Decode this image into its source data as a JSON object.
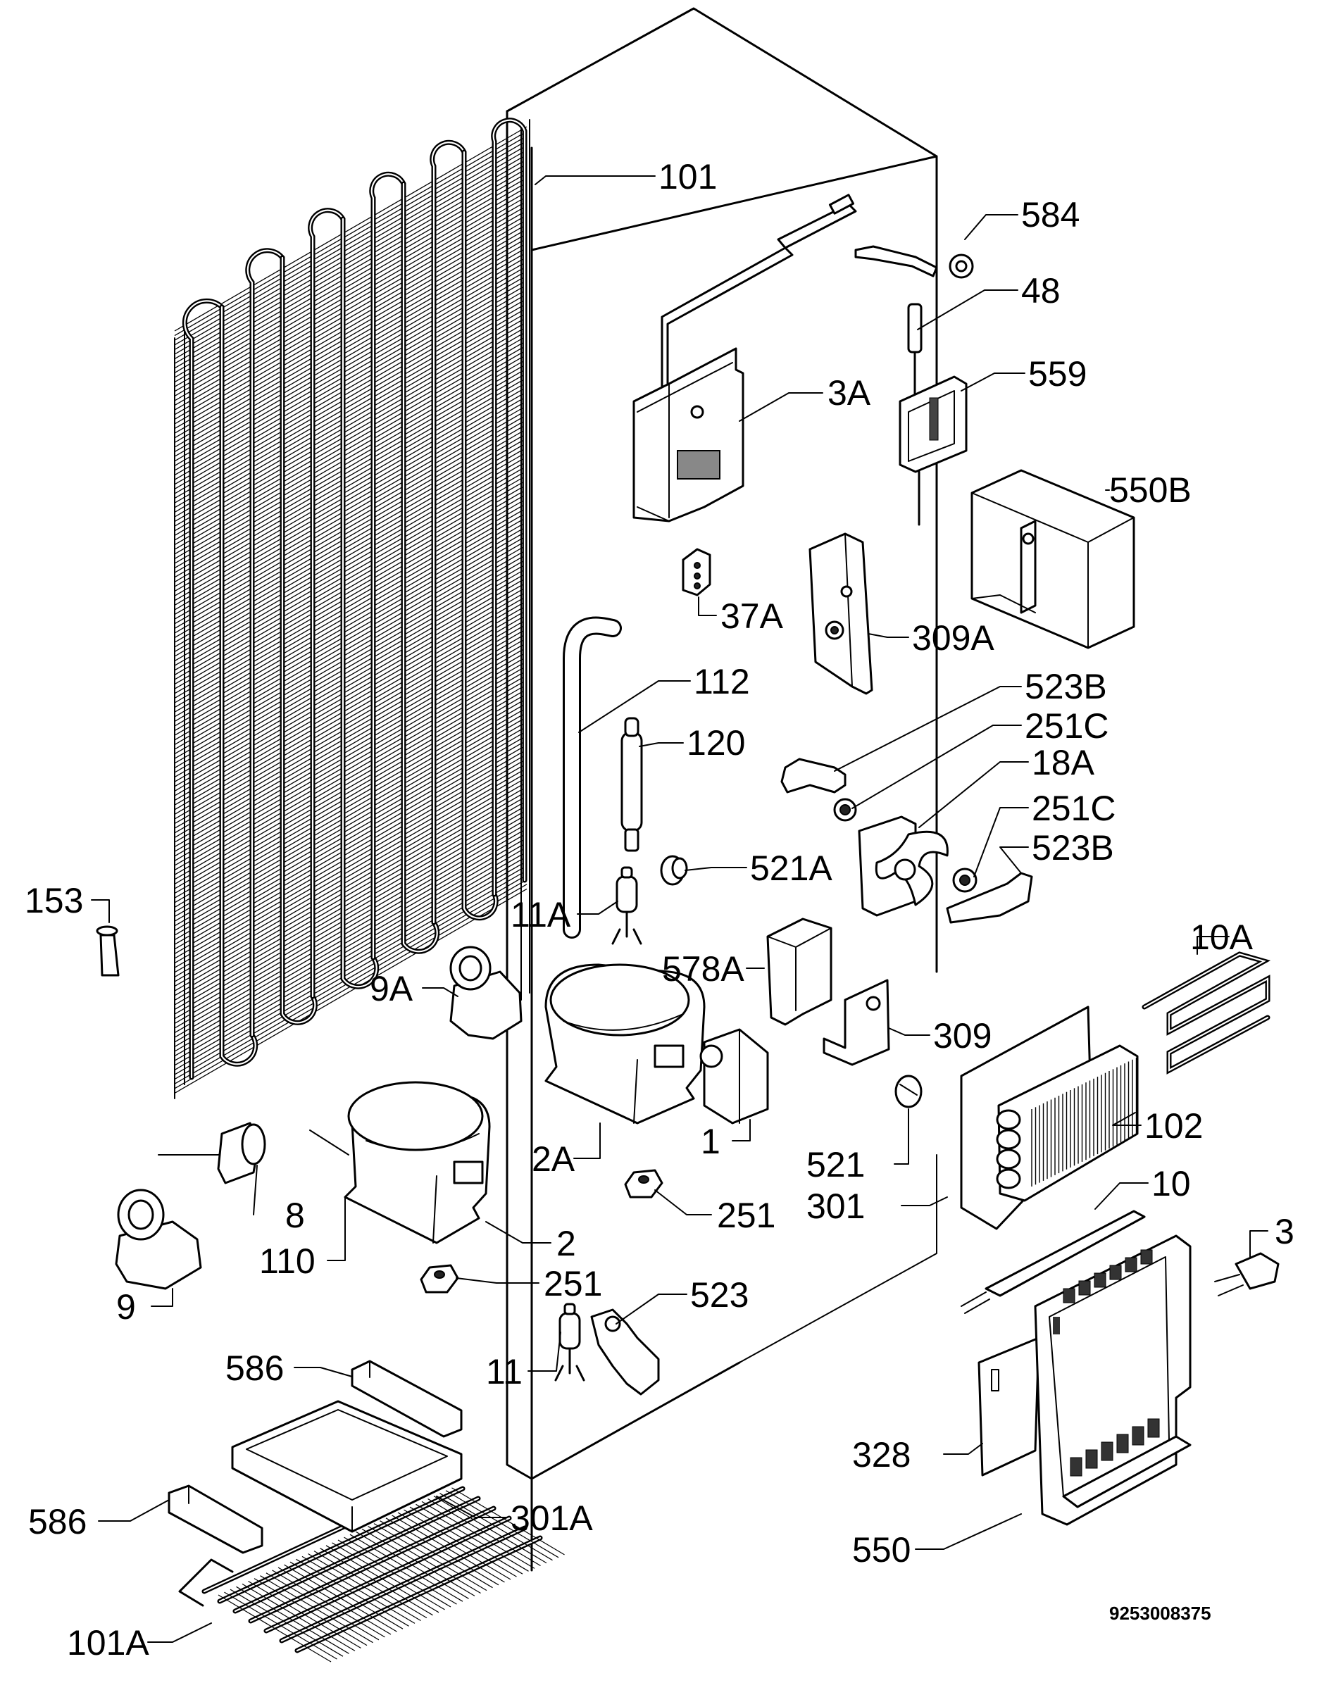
{
  "labels": [
    {
      "id": "101",
      "text": "101"
    },
    {
      "id": "584",
      "text": "584"
    },
    {
      "id": "48",
      "text": "48"
    },
    {
      "id": "3A",
      "text": "3A"
    },
    {
      "id": "559",
      "text": "559"
    },
    {
      "id": "550B",
      "text": "550B"
    },
    {
      "id": "37A",
      "text": "37A"
    },
    {
      "id": "309A",
      "text": "309A"
    },
    {
      "id": "112",
      "text": "112"
    },
    {
      "id": "523B_top",
      "text": "523B"
    },
    {
      "id": "120",
      "text": "120"
    },
    {
      "id": "251C_top",
      "text": "251C"
    },
    {
      "id": "18A",
      "text": "18A"
    },
    {
      "id": "251C_bottom",
      "text": "251C"
    },
    {
      "id": "523B_bottom",
      "text": "523B"
    },
    {
      "id": "153",
      "text": "153"
    },
    {
      "id": "521A",
      "text": "521A"
    },
    {
      "id": "11A",
      "text": "11A"
    },
    {
      "id": "10A",
      "text": "10A"
    },
    {
      "id": "578A",
      "text": "578A"
    },
    {
      "id": "9A",
      "text": "9A"
    },
    {
      "id": "309",
      "text": "309"
    },
    {
      "id": "102",
      "text": "102"
    },
    {
      "id": "2A",
      "text": "2A"
    },
    {
      "id": "1",
      "text": "1"
    },
    {
      "id": "521",
      "text": "521"
    },
    {
      "id": "8",
      "text": "8"
    },
    {
      "id": "301",
      "text": "301"
    },
    {
      "id": "10",
      "text": "10"
    },
    {
      "id": "251_mid",
      "text": "251"
    },
    {
      "id": "2",
      "text": "2"
    },
    {
      "id": "3",
      "text": "3"
    },
    {
      "id": "110",
      "text": "110"
    },
    {
      "id": "251_low",
      "text": "251"
    },
    {
      "id": "9",
      "text": "9"
    },
    {
      "id": "523",
      "text": "523"
    },
    {
      "id": "586_top",
      "text": "586"
    },
    {
      "id": "11",
      "text": "11"
    },
    {
      "id": "328",
      "text": "328"
    },
    {
      "id": "586_bottom",
      "text": "586"
    },
    {
      "id": "301A",
      "text": "301A"
    },
    {
      "id": "550",
      "text": "550"
    },
    {
      "id": "101A",
      "text": "101A"
    }
  ],
  "diagram_code": "9253008375"
}
